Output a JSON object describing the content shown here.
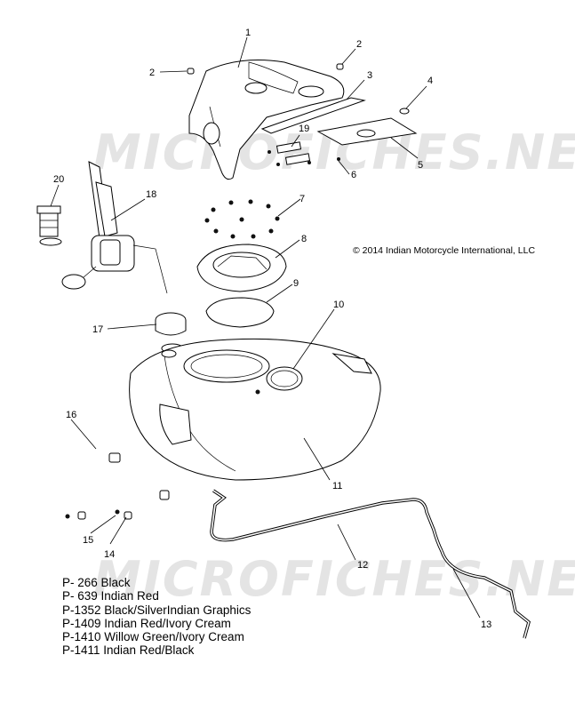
{
  "watermark": "MICROFICHES.NET",
  "copyright": "© 2014 Indian Motorcycle International, LLC",
  "callouts": [
    "1",
    "2",
    "2",
    "3",
    "4",
    "5",
    "6",
    "7",
    "8",
    "9",
    "10",
    "11",
    "12",
    "13",
    "14",
    "15",
    "16",
    "17",
    "18",
    "19",
    "20"
  ],
  "paint_codes": [
    "P- 266 Black",
    "P- 639 Indian Red",
    "P-1352 Black/SilverIndian Graphics",
    "P-1409 Indian Red/Ivory Cream",
    "P-1410 Willow Green/Ivory Cream",
    "P-1411 Indian Red/Black"
  ]
}
